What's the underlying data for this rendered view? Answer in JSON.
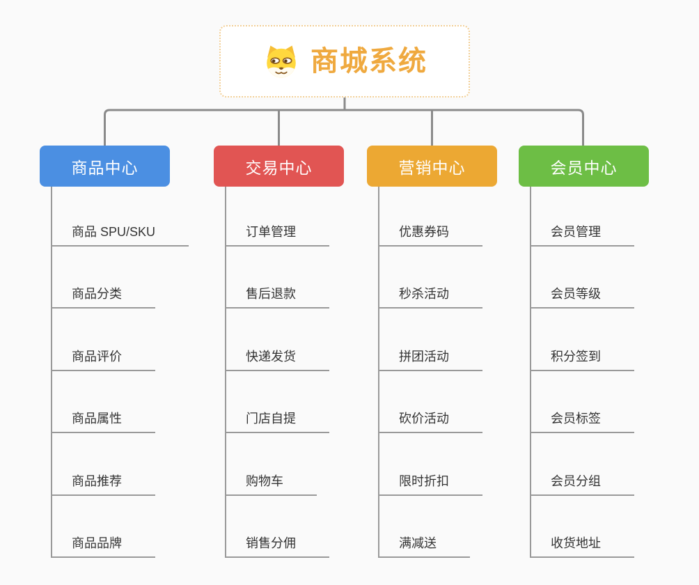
{
  "root": {
    "title": "商城系统",
    "icon": "dog-face-icon"
  },
  "branches": [
    {
      "label": "商品中心",
      "color": "#4b8fe2",
      "items": [
        "商品 SPU/SKU",
        "商品分类",
        "商品评价",
        "商品属性",
        "商品推荐",
        "商品品牌"
      ]
    },
    {
      "label": "交易中心",
      "color": "#e15553",
      "items": [
        "订单管理",
        "售后退款",
        "快递发货",
        "门店自提",
        "购物车",
        "销售分佣"
      ]
    },
    {
      "label": "营销中心",
      "color": "#eca833",
      "items": [
        "优惠券码",
        "秒杀活动",
        "拼团活动",
        "砍价活动",
        "限时折扣",
        "满减送"
      ]
    },
    {
      "label": "会员中心",
      "color": "#6dbe45",
      "items": [
        "会员管理",
        "会员等级",
        "积分签到",
        "会员标签",
        "会员分组",
        "收货地址"
      ]
    }
  ],
  "colors": {
    "background": "#fafafa",
    "trunk_line": "#8a8a8a",
    "branch_line": "#999999",
    "item_text": "#333333",
    "root_text": "#efa93f",
    "root_border": "#f2cf96"
  }
}
